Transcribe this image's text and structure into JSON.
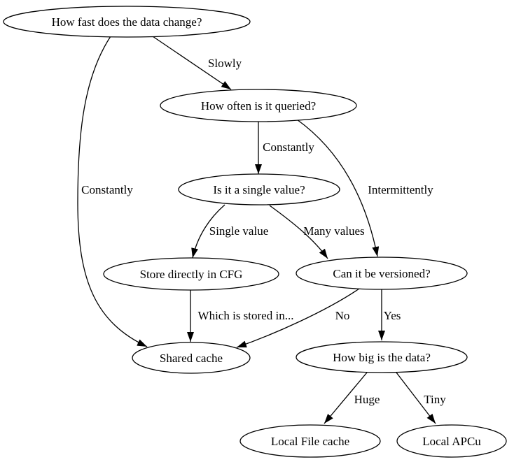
{
  "diagram": {
    "kind": "decision-flowchart",
    "colors": {
      "background": "#ffffff",
      "node_fill": "#ffffff",
      "stroke": "#000000",
      "text": "#000000"
    },
    "nodes": {
      "how_fast": {
        "label": "How fast does the data change?"
      },
      "how_often": {
        "label": "How often is it queried?"
      },
      "is_single": {
        "label": "Is it a single value?"
      },
      "store_cfg": {
        "label": "Store directly in CFG"
      },
      "versioned": {
        "label": "Can it be versioned?"
      },
      "shared_cache": {
        "label": "Shared cache"
      },
      "how_big": {
        "label": "How big is the data?"
      },
      "local_file": {
        "label": "Local File cache"
      },
      "local_apcu": {
        "label": "Local APCu"
      }
    },
    "edges": {
      "slowly": {
        "label": "Slowly",
        "from": "how_fast",
        "to": "how_often"
      },
      "constantly_to_cache": {
        "label": "Constantly",
        "from": "how_fast",
        "to": "shared_cache"
      },
      "constantly_to_single": {
        "label": "Constantly",
        "from": "how_often",
        "to": "is_single"
      },
      "intermittently": {
        "label": "Intermittently",
        "from": "how_often",
        "to": "versioned"
      },
      "single_value": {
        "label": "Single value",
        "from": "is_single",
        "to": "store_cfg"
      },
      "many_values": {
        "label": "Many values",
        "from": "is_single",
        "to": "versioned"
      },
      "which_stored": {
        "label": "Which is stored in...",
        "from": "store_cfg",
        "to": "shared_cache"
      },
      "no": {
        "label": "No",
        "from": "versioned",
        "to": "shared_cache"
      },
      "yes": {
        "label": "Yes",
        "from": "versioned",
        "to": "how_big"
      },
      "huge": {
        "label": "Huge",
        "from": "how_big",
        "to": "local_file"
      },
      "tiny": {
        "label": "Tiny",
        "from": "how_big",
        "to": "local_apcu"
      }
    }
  }
}
